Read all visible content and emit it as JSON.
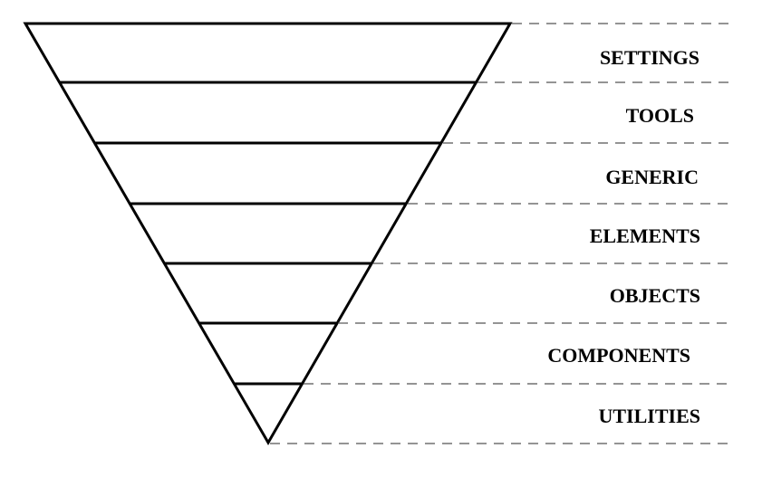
{
  "diagram": {
    "title": "",
    "layers": [
      {
        "label": "SETTINGS"
      },
      {
        "label": "TOOLS"
      },
      {
        "label": "GENERIC"
      },
      {
        "label": "ELEMENTS"
      },
      {
        "label": "OBJECTS"
      },
      {
        "label": "COMPONENTS"
      },
      {
        "label": "UTILITIES"
      }
    ]
  },
  "colors": {
    "stroke": "#000000",
    "dash": "#555555",
    "background": "#ffffff"
  }
}
